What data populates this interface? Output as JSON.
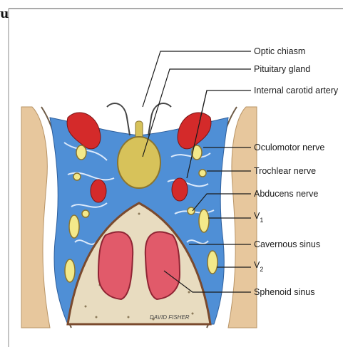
{
  "page": {
    "letter": "u"
  },
  "labels": {
    "optic_chiasm": "Optic chiasm",
    "pituitary_gland": "Pituitary gland",
    "internal_carotid_artery": "Internal carotid artery",
    "oculomotor_nerve": "Oculomotor nerve",
    "trochlear_nerve": "Trochlear nerve",
    "abducens_nerve": "Abducens nerve",
    "v1": "V",
    "v1_sub": "1",
    "cavernous_sinus": "Cavernous sinus",
    "v2": "V",
    "v2_sub": "2",
    "sphenoid_sinus": "Sphenoid sinus"
  },
  "signature": "DAVID FISHER",
  "colors": {
    "sinus_blue": "#4f8fd6",
    "artery_red": "#d42a2a",
    "gland_yellow": "#d7c25a",
    "nerve_yellow": "#f3e98a",
    "bone_beige": "#e8dcc0",
    "sinus_pink": "#e15a6a",
    "skin_tan": "#e7c79d"
  }
}
